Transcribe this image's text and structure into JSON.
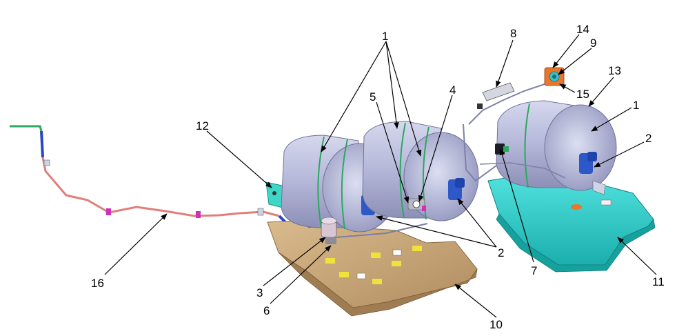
{
  "callouts": {
    "c1": "1",
    "c2": "2",
    "c3": "3",
    "c4": "4",
    "c5": "5",
    "c6": "6",
    "c7": "7",
    "c8": "8",
    "c9": "9",
    "c10": "10",
    "c11": "11",
    "c12": "12",
    "c13": "13",
    "c14": "14",
    "c15": "15",
    "c16": "16"
  },
  "colors": {
    "tank_body": "#b7b9d9",
    "tank_shadow": "#8f92b8",
    "valve": "#2c58c8",
    "floor_panel": "#c9a877",
    "floor_shadow": "#a4825a",
    "tray": "#2fd2cf",
    "tray_shadow": "#1aa8a6",
    "bracket": "#3fd6c8",
    "fuel_line": "#e27d78",
    "accent_green": "#2aa860",
    "accent_magenta": "#d12fb5",
    "plate_orange": "#e8762b"
  }
}
